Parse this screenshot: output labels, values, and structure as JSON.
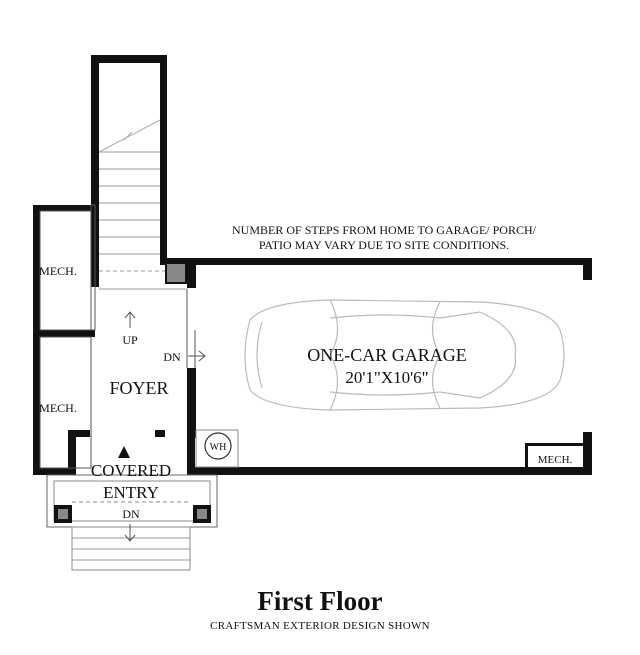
{
  "note": {
    "line1": "NUMBER OF STEPS FROM HOME TO GARAGE/ PORCH/",
    "line2": "PATIO MAY VARY DUE TO SITE CONDITIONS."
  },
  "rooms": {
    "mech_upper": "MECH.",
    "mech_lower": "MECH.",
    "mech_garage": "MECH.",
    "foyer": "FOYER",
    "covered_entry_line1": "COVERED",
    "covered_entry_line2": "ENTRY",
    "garage_name": "ONE-CAR GARAGE",
    "garage_dims": "20'1\"X10'6\"",
    "water_heater": "WH"
  },
  "stairs": {
    "up": "UP",
    "dn_foyer": "DN",
    "dn_entry": "DN"
  },
  "footer": {
    "title": "First Floor",
    "subtitle": "CRAFTSMAN EXTERIOR DESIGN SHOWN"
  }
}
